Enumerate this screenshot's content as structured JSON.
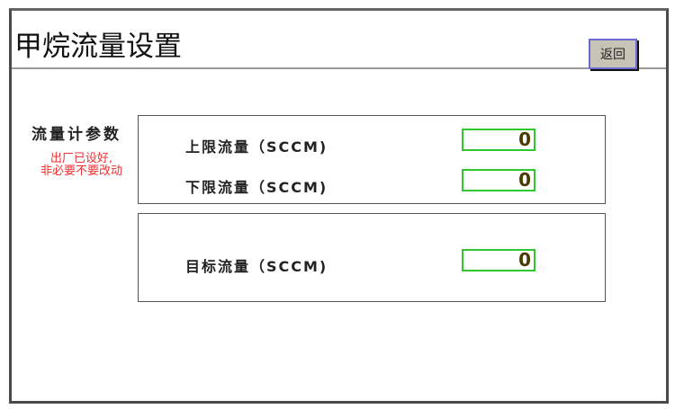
{
  "title": "甲烷流量设置",
  "back_button": "返回",
  "section_label": "流量计参数",
  "note_line1": "出厂已设好,",
  "note_line2": "非必要不要改动",
  "fields": [
    {
      "label": "上限流量（SCCM)",
      "value": "0"
    },
    {
      "label": "下限流量（SCCM)",
      "value": "0"
    },
    {
      "label": "目标流量（SCCM)",
      "value": "0"
    }
  ],
  "colors": {
    "input_border": "#2ec82e",
    "note": "#f03030",
    "button_bg": "#c7c4b6"
  }
}
